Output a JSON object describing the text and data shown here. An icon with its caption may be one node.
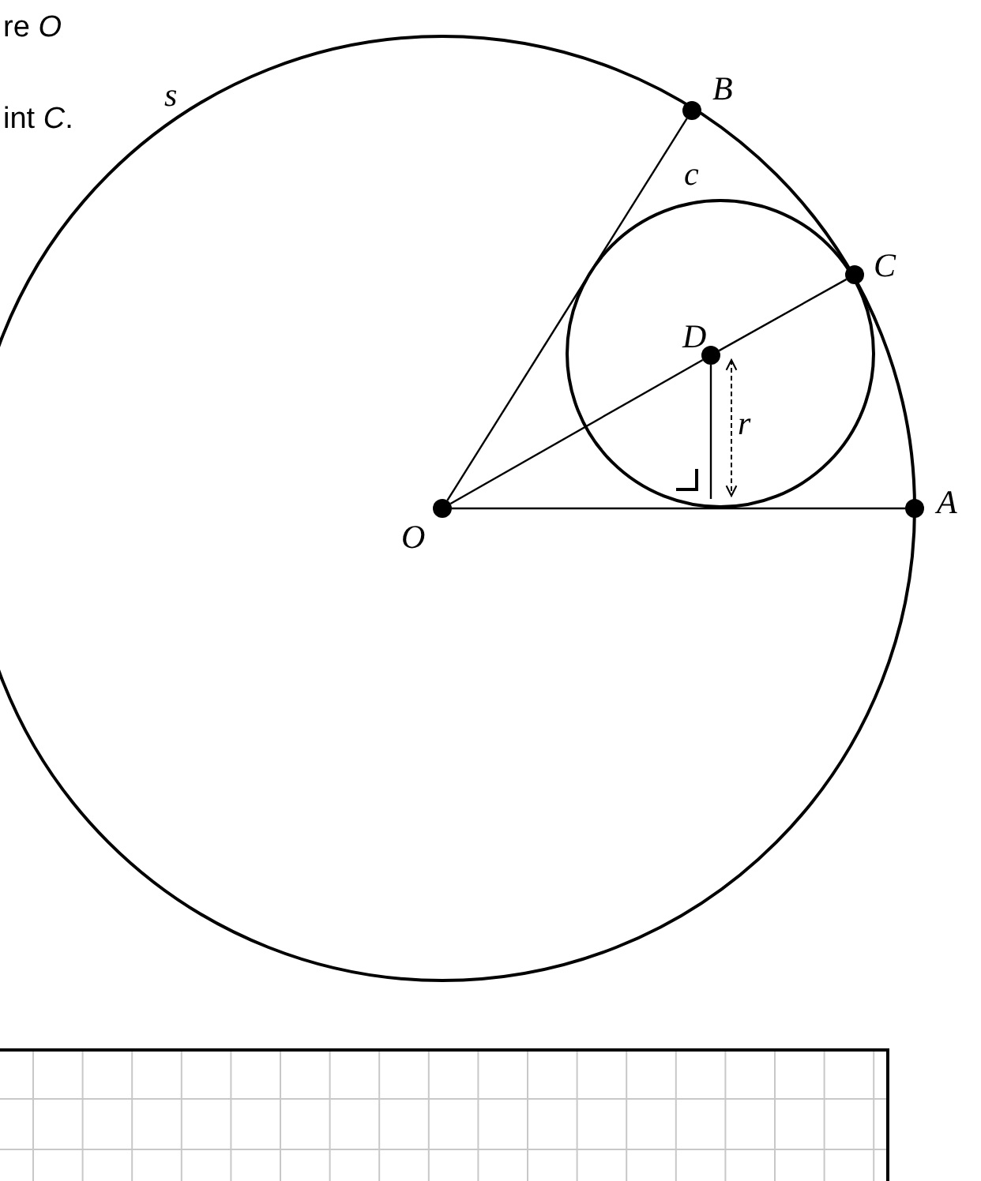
{
  "diagram": {
    "nodes": [
      {
        "text": [
          "O"
        ]
      },
      {
        "text": [
          "A"
        ]
      },
      {
        "text": [
          "B"
        ]
      },
      {
        "text": [
          "C"
        ]
      },
      {
        "text": [
          "D"
        ]
      }
    ],
    "edges": [
      {
        "from": 0,
        "to": 1,
        "arrow": "none"
      },
      {
        "from": 0,
        "to": 2,
        "arrow": "none"
      },
      {
        "from": 0,
        "to": 4,
        "arrow": "none"
      },
      {
        "from": 4,
        "to": 3,
        "arrow": "none"
      },
      {
        "from": 4,
        "to": null,
        "arrow": "none"
      }
    ],
    "labels": [
      "re *O*",
      "int *C*.",
      "s",
      "c",
      "r"
    ]
  }
}
